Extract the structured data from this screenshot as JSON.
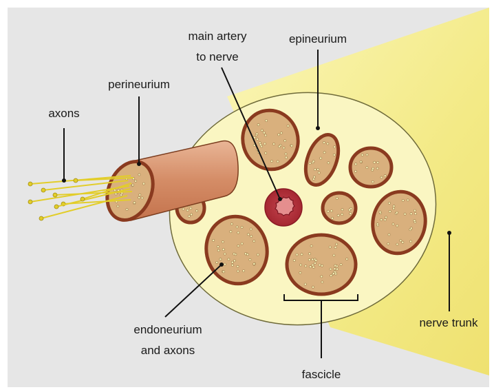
{
  "labels": {
    "axons": "axons",
    "perineurium": "perineurium",
    "main_artery_line1": "main artery",
    "main_artery_line2": "to nerve",
    "epineurium": "epineurium",
    "endoneurium_line1": "endoneurium",
    "endoneurium_line2": "and axons",
    "fascicle": "fascicle",
    "nerve_trunk": "nerve trunk"
  },
  "colors": {
    "background": "#e6e6e6",
    "trunk_fill": "#f5ee8e",
    "cross_section_fill": "#faf6c2",
    "fascicle_fill": "#d9b07d",
    "perineurium_stroke": "#8a3a1f",
    "axon_dot": "#f6efb6",
    "artery_fill": "#b8323c",
    "artery_lumen": "#e58e8e",
    "cable_fill": "#d8926c",
    "axon_fiber": "#e2cd2a"
  }
}
